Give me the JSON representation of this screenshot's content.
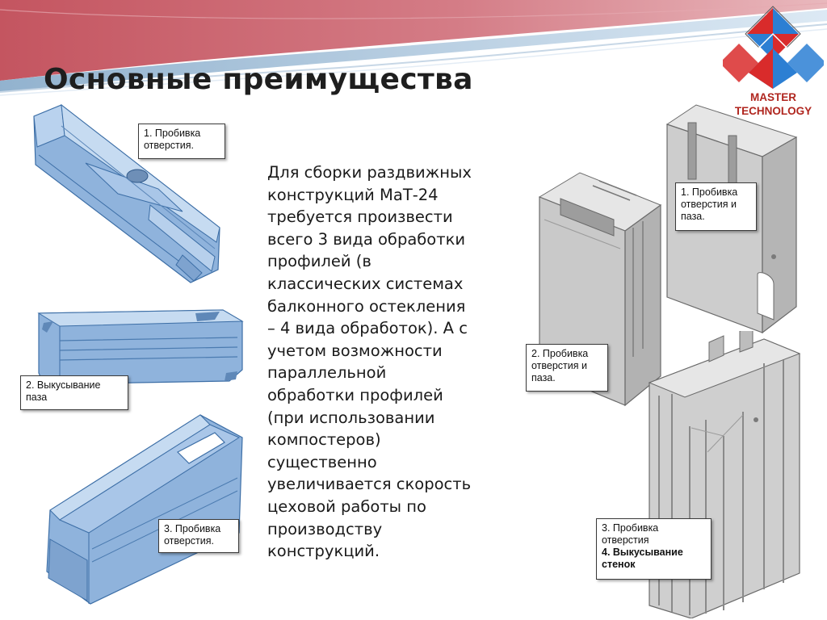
{
  "slide": {
    "title": "Основные преимущества",
    "logo": {
      "line1": "MASTER",
      "line2": "TECHNOLOGY",
      "colors": {
        "red": "#d92b2b",
        "blue": "#2c7fd3",
        "text": "#b0261f"
      }
    },
    "body_text": "Для сборки раздвижных\nконструкций МаТ-24\nтребуется произвести\nвсего 3 вида обработки\nпрофилей (в\nклассических системах\nбалконного остекления\n– 4 вида обработок). А с\nучетом возможности\nпараллельной\nобработки профилей\n(при использовании\nкомпостеров)\nсущественно\nувеличивается скорость\nцеховой работы по\nпроизводству\nконструкций.",
    "left_callouts": [
      {
        "text": "1. Пробивка\nотверстия."
      },
      {
        "text": "2. Выкусывание\nпаза"
      },
      {
        "text": "3. Пробивка\nотверстия."
      }
    ],
    "right_callouts": [
      {
        "text": "1. Пробивка\nотверстия и\nпаза."
      },
      {
        "text": "2. Пробивка\nотверстия и\nпаза."
      },
      {
        "line1": "3. Пробивка\nотверстия",
        "line2": "4. Выкусывание\nстенок"
      }
    ],
    "colors": {
      "banner_red": "#c8505a",
      "banner_blue": "#9ab8d2",
      "profile_blue": "#8fb3dc",
      "profile_gray": "#c9c9c9"
    }
  }
}
